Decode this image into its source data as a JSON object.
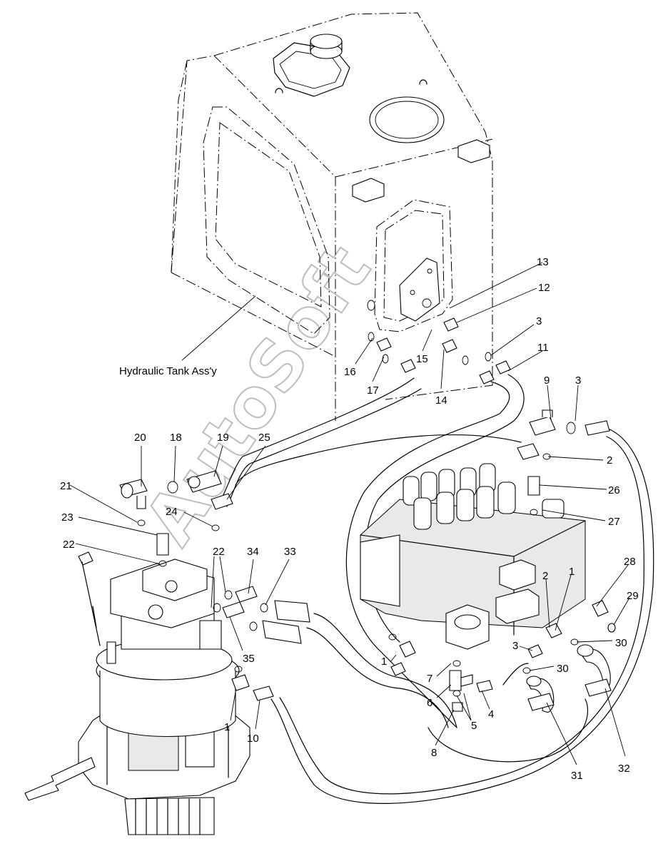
{
  "diagram": {
    "caption": "Hydraulic Tank Ass'y",
    "watermark": "AutoSoft",
    "callouts": [
      {
        "id": "c13",
        "text": "13"
      },
      {
        "id": "c12",
        "text": "12"
      },
      {
        "id": "c3a",
        "text": "3"
      },
      {
        "id": "c11",
        "text": "11"
      },
      {
        "id": "c15",
        "text": "15"
      },
      {
        "id": "c16",
        "text": "16"
      },
      {
        "id": "c17",
        "text": "17"
      },
      {
        "id": "c14",
        "text": "14"
      },
      {
        "id": "c9",
        "text": "9"
      },
      {
        "id": "c3b",
        "text": "3"
      },
      {
        "id": "c2a",
        "text": "2"
      },
      {
        "id": "c20",
        "text": "20"
      },
      {
        "id": "c18",
        "text": "18"
      },
      {
        "id": "c19",
        "text": "19"
      },
      {
        "id": "c25",
        "text": "25"
      },
      {
        "id": "c26",
        "text": "26"
      },
      {
        "id": "c27",
        "text": "27"
      },
      {
        "id": "c21",
        "text": "21"
      },
      {
        "id": "c24",
        "text": "24"
      },
      {
        "id": "c23",
        "text": "23"
      },
      {
        "id": "c22a",
        "text": "22"
      },
      {
        "id": "c22b",
        "text": "22"
      },
      {
        "id": "c34",
        "text": "34"
      },
      {
        "id": "c33",
        "text": "33"
      },
      {
        "id": "c28",
        "text": "28"
      },
      {
        "id": "c29",
        "text": "29"
      },
      {
        "id": "c2b",
        "text": "2"
      },
      {
        "id": "c1a",
        "text": "1"
      },
      {
        "id": "c30a",
        "text": "30"
      },
      {
        "id": "c35",
        "text": "35"
      },
      {
        "id": "c3c",
        "text": "3"
      },
      {
        "id": "c30b",
        "text": "30"
      },
      {
        "id": "c1b",
        "text": "1"
      },
      {
        "id": "c7",
        "text": "7"
      },
      {
        "id": "c6",
        "text": "6"
      },
      {
        "id": "c4",
        "text": "4"
      },
      {
        "id": "c5",
        "text": "5"
      },
      {
        "id": "c1c",
        "text": "1"
      },
      {
        "id": "c10",
        "text": "10"
      },
      {
        "id": "c8",
        "text": "8"
      },
      {
        "id": "c31",
        "text": "31"
      },
      {
        "id": "c32",
        "text": "32"
      }
    ]
  }
}
